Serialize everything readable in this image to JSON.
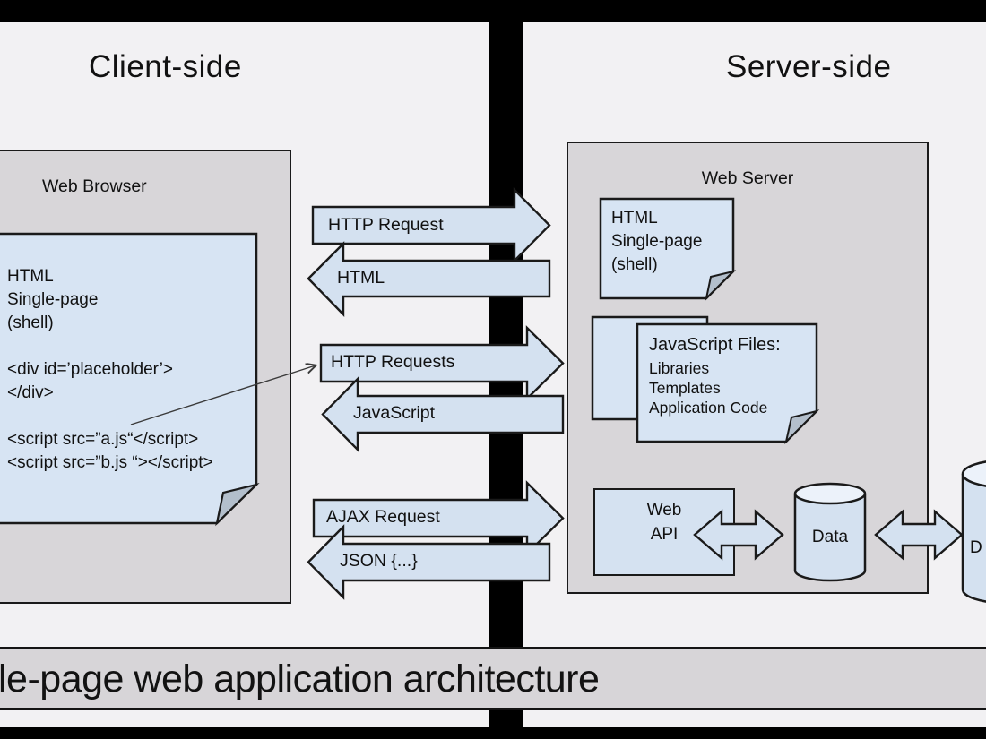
{
  "colors": {
    "background": "#f2f1f3",
    "panel_gray": "#d8d6d9",
    "note_blue": "#d7e4f3",
    "arrow_blue": "#d4e1f0",
    "border": "#1a1a1a",
    "letterbox": "#000000"
  },
  "titles": {
    "client": "Client-side",
    "server": "Server-side"
  },
  "client": {
    "box_label": "Web Browser",
    "note_lines": [
      "HTML",
      "Single-page",
      "(shell)",
      "",
      "<div id=’placeholder’>",
      "</div>",
      "",
      "<script src=”a.js“</script>",
      "<script src=”b.js “></script>"
    ]
  },
  "arrows": {
    "http_request": "HTTP Request",
    "html": "HTML",
    "http_requests": "HTTP Requests",
    "javascript": "JavaScript",
    "ajax_request": "AJAX Request",
    "json": "JSON {...}"
  },
  "server": {
    "box_label": "Web Server",
    "shell_note_lines": [
      "HTML",
      "Single-page",
      "(shell)"
    ],
    "js_note": {
      "title": "JavaScript Files:",
      "lines": [
        "Libraries",
        "Templates",
        "Application Code"
      ]
    },
    "web_api": {
      "line1": "Web",
      "line2": "API"
    },
    "data_store": "Data",
    "external_db": "D"
  },
  "banner": {
    "title": "le-page web application architecture"
  }
}
